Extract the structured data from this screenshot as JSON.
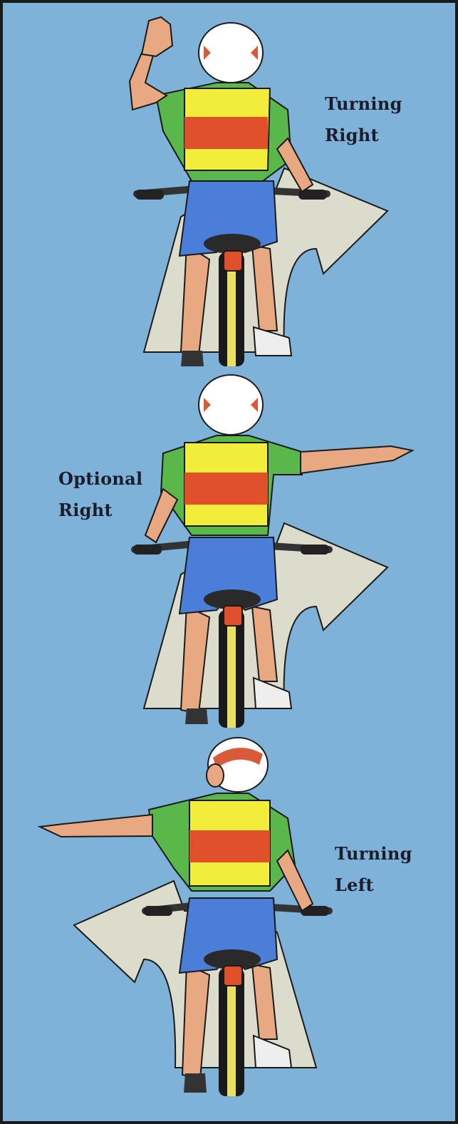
{
  "panels": [
    {
      "id": "turning-right",
      "label_lines": [
        "Turning",
        "Right"
      ]
    },
    {
      "id": "optional-right",
      "label_lines": [
        "Optional",
        "Right"
      ]
    },
    {
      "id": "turning-left",
      "label_lines": [
        "Turning",
        "Left"
      ]
    }
  ],
  "colors": {
    "background": "#7fb2d8",
    "arrow": "#dcdccc",
    "skin": "#e8a882",
    "shirt": "#5ab84a",
    "vest_yellow": "#f2ec3a",
    "vest_red": "#e0502a",
    "shorts": "#4a7ed8",
    "helmet": "#ffffff",
    "helmet_stripe": "#d85a3a",
    "outline": "#1a1a1a"
  }
}
